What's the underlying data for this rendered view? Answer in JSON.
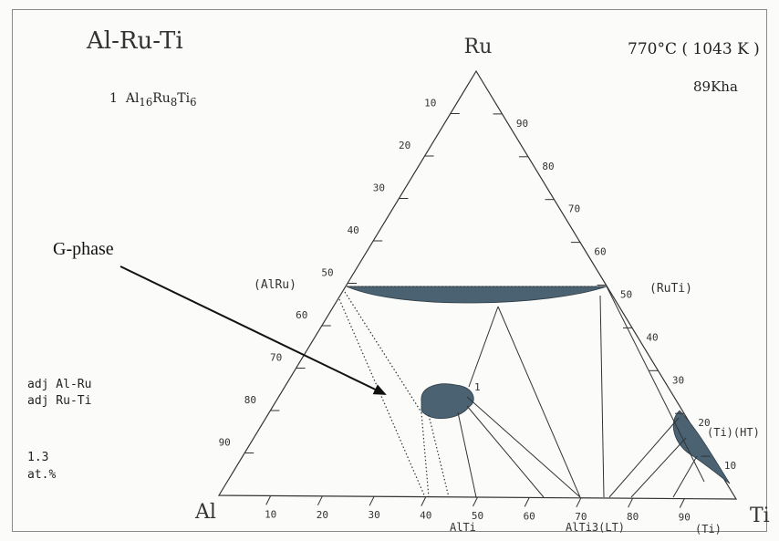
{
  "title": "Al-Ru-Ti",
  "phase_list": {
    "number": "1",
    "formula": "Al16Ru8Ti6",
    "base_al": "Al",
    "sub_al": "16",
    "base_ru": "Ru",
    "sub_ru": "8",
    "base_ti": "Ti",
    "sub_ti": "6"
  },
  "temperature": "770°C ( 1043  K )",
  "duration": "89Kha",
  "annotation": "G-phase",
  "adj_line1": "adj  Al-Ru",
  "adj_line2": "adj  Ru-Ti",
  "value": "1.3",
  "unit": "at.%",
  "corners": {
    "top": "Ru",
    "left": "Al",
    "right": "Ti"
  },
  "left_edge_ticks": [
    "10",
    "20",
    "30",
    "40",
    "50",
    "60",
    "70",
    "80",
    "90"
  ],
  "right_edge_ticks": [
    "90",
    "80",
    "70",
    "60",
    "50",
    "40",
    "30",
    "20",
    "10"
  ],
  "bottom_edge_ticks": [
    "10",
    "20",
    "30",
    "40",
    "50",
    "60",
    "70",
    "80",
    "90"
  ],
  "phase_labels": {
    "alru": "(AlRu)",
    "ruti": "(RuTi)",
    "ti_ht": "(Ti)(HT)",
    "alti": "AlTi",
    "alti3": "AlTi3(LT)",
    "ti": "(Ti)",
    "g_marker": "1"
  },
  "colors": {
    "phase_fill": "#4a6272",
    "line": "#333333",
    "arrow": "#111111"
  }
}
